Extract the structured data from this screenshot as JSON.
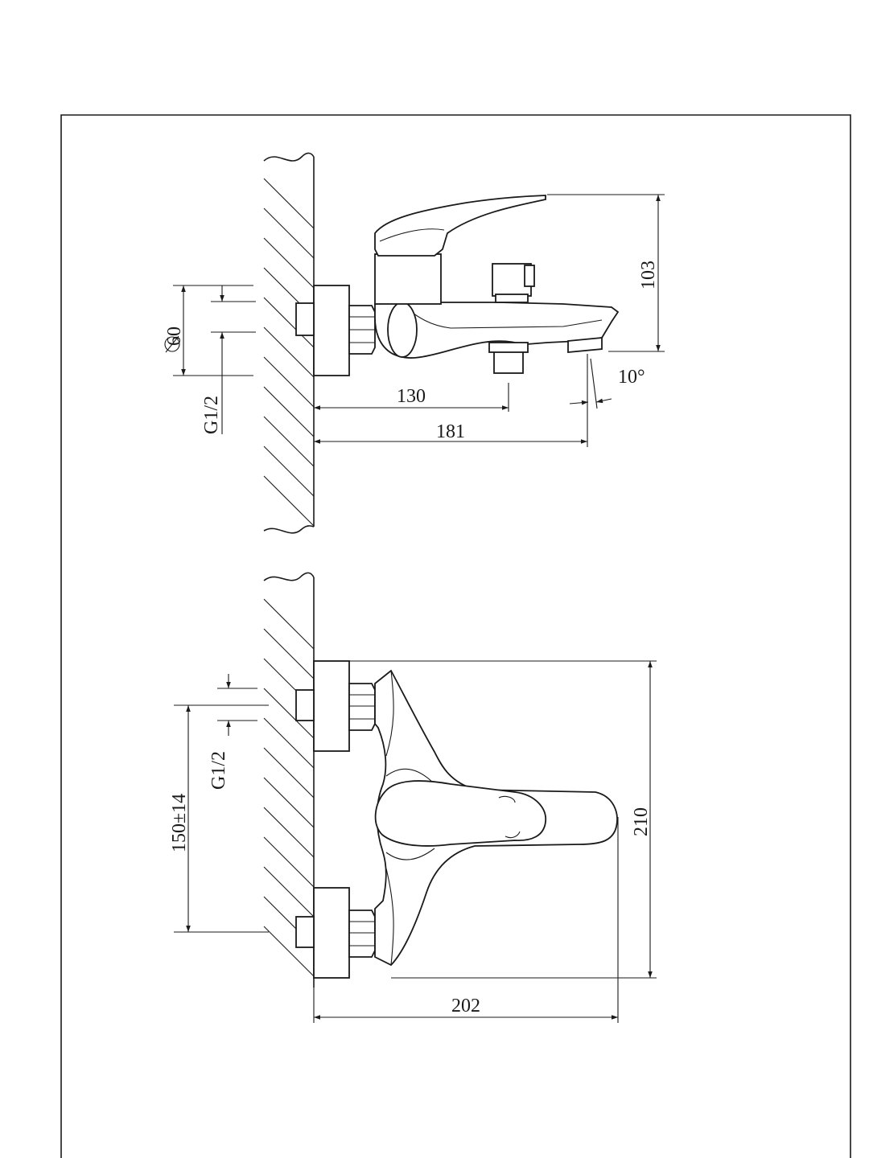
{
  "drawing": {
    "top_view": {
      "dimensions": {
        "diameter": "60",
        "thread": "G1/2",
        "depth_handle": "130",
        "depth_spout": "181",
        "height": "103",
        "angle": "10°"
      }
    },
    "front_view": {
      "dimensions": {
        "centers": "150±14",
        "thread": "G1/2",
        "height": "210",
        "width": "202"
      }
    }
  }
}
